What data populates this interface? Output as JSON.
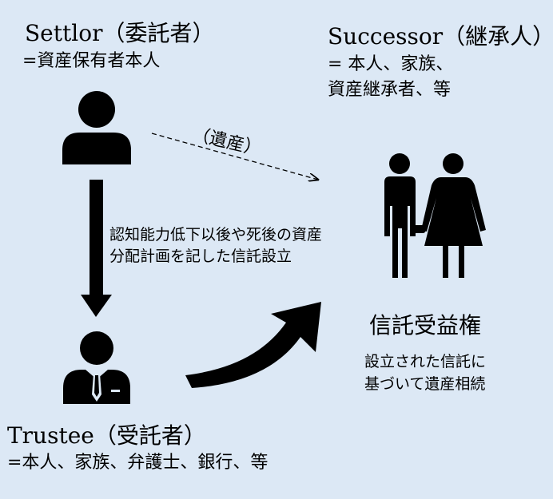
{
  "settlor": {
    "title": "Settlor（委託者）",
    "subtitle": "=資産保有者本人"
  },
  "successor": {
    "title": "Successor（継承人）",
    "subtitle_line1": "=  本人、家族、",
    "subtitle_line2": "資産継承者、等"
  },
  "inheritance_label": "（遺産）",
  "trust_plan": {
    "line1": "認知能力低下以後や死後の資産",
    "line2": "分配計画を記した信託設立"
  },
  "beneficial_right": {
    "title": "信託受益権",
    "line1": "設立された信託に",
    "line2": "基づいて遺産相続"
  },
  "trustee": {
    "title": "Trustee（受託者）",
    "subtitle": "=本人、家族、弁護士、銀行、等"
  },
  "colors": {
    "background": "#dce8f5",
    "ink": "#000000"
  }
}
